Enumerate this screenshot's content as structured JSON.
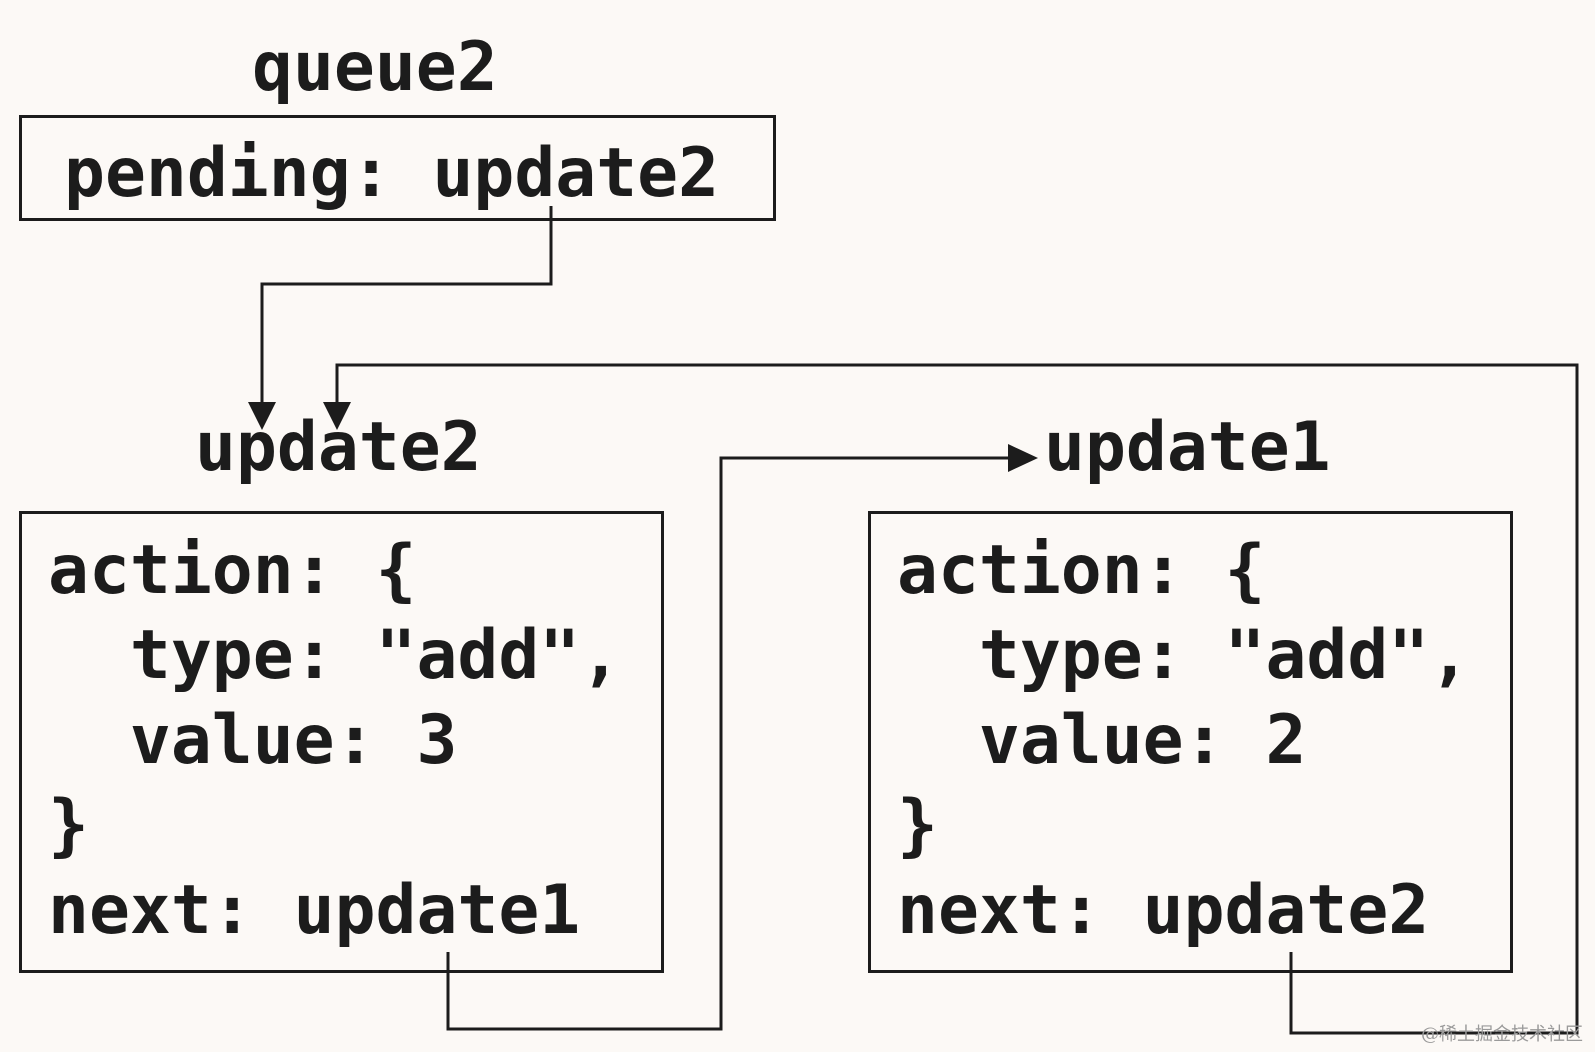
{
  "queue": {
    "title": "queue2",
    "pending_line": "pending: update2"
  },
  "update2": {
    "title": "update2",
    "lines": [
      "action: {",
      "  type: \"add\",",
      "  value: 3",
      "}",
      "next: update1"
    ]
  },
  "update1": {
    "title": "update1",
    "lines": [
      "action: {",
      "  type: \"add\",",
      "  value: 2",
      "}",
      "next: update2"
    ]
  },
  "watermark": "@稀土掘金技术社区",
  "colors": {
    "background": "#fcf9f6",
    "ink": "#1c1c1c"
  }
}
